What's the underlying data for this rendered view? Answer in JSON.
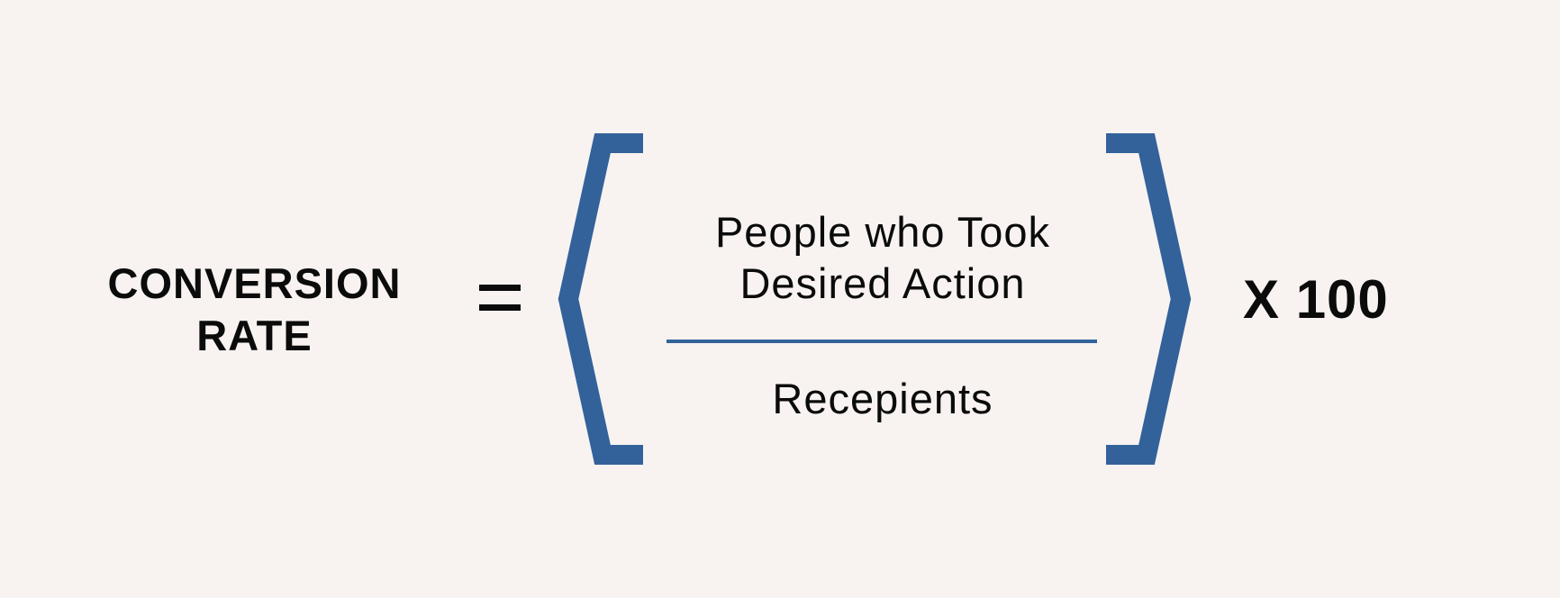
{
  "formula": {
    "lhs_line1": "CONVERSION",
    "lhs_line2": "RATE",
    "numerator_line1": "People who Took",
    "numerator_line2": "Desired Action",
    "denominator": "Recepients",
    "multiplier": "X 100"
  },
  "colors": {
    "background": "#f8f3f1",
    "bracket": "#33629a",
    "fraction_line": "#33629a",
    "text": "#0b0b0b"
  }
}
